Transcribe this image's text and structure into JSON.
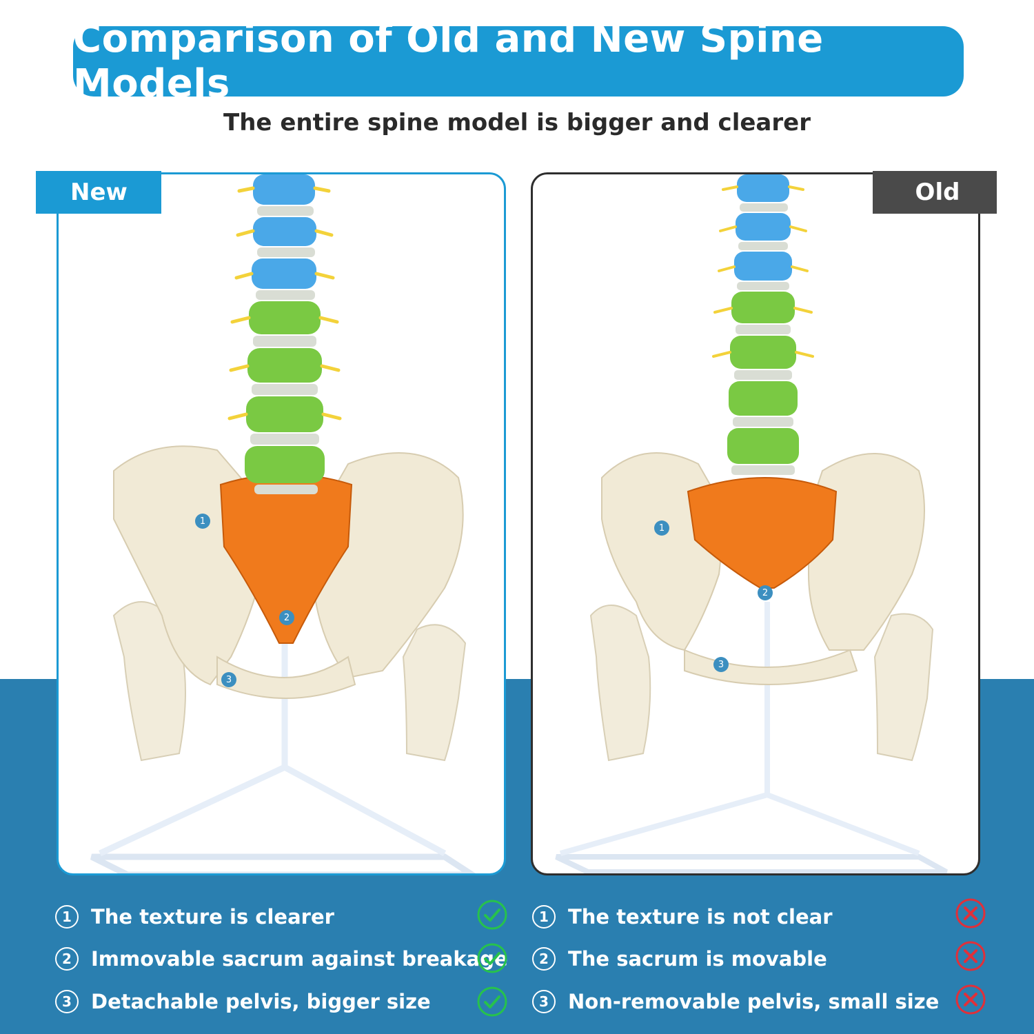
{
  "header": {
    "title": "Comparison of Old and New Spine Models",
    "subtitle": "The entire spine model is bigger and clearer"
  },
  "panels": {
    "new": {
      "tag": "New",
      "callouts": [
        "1",
        "2",
        "3"
      ]
    },
    "old": {
      "tag": "Old",
      "callouts": [
        "1",
        "2",
        "3"
      ]
    }
  },
  "features": {
    "new": [
      {
        "num": "1",
        "text": "The texture is clearer"
      },
      {
        "num": "2",
        "text": "Immovable sacrum against breakage"
      },
      {
        "num": "3",
        "text": "Detachable pelvis, bigger size"
      }
    ],
    "old": [
      {
        "num": "1",
        "text": "The texture is not clear"
      },
      {
        "num": "2",
        "text": "The sacrum is movable"
      },
      {
        "num": "3",
        "text": "Non-removable pelvis, small size"
      }
    ]
  },
  "colors": {
    "accent": "#1b9ad4",
    "band": "#2a7fb0",
    "old_tag": "#4a4a4a",
    "check": "#27c24c",
    "cross": "#e0303a",
    "cervical": "#4aa8e8",
    "thoracic": "#7ac943",
    "sacrum": "#f07a1c",
    "bone": "#f1ead6"
  },
  "icons": {
    "positive": "check-circle-icon",
    "negative": "x-circle-icon"
  }
}
